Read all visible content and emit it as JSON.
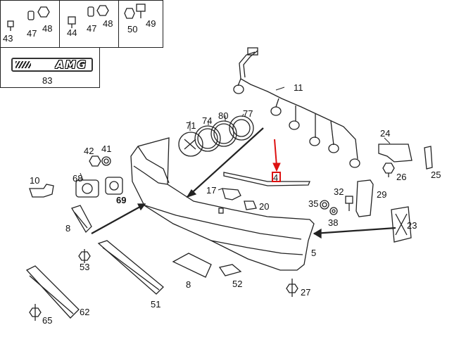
{
  "callouts": {
    "c43": "43",
    "c47a": "47",
    "c48a": "48",
    "c44": "44",
    "c47b": "47",
    "c48b": "48",
    "c50": "50",
    "c49": "49",
    "c83": "83",
    "c11": "11",
    "c71": "71",
    "c74": "74",
    "c80": "80",
    "c77": "77",
    "c24": "24",
    "c25": "25",
    "c26": "26",
    "c42": "42",
    "c41": "41",
    "c68": "68",
    "c69": "69",
    "c10": "10",
    "c8a": "8",
    "c53": "53",
    "c17": "17",
    "c20": "20",
    "c4": "4",
    "c32": "32",
    "c29": "29",
    "c35": "35",
    "c38": "38",
    "c23": "23",
    "c5": "5",
    "c8b": "8",
    "c52": "52",
    "c51": "51",
    "c27": "27",
    "c62": "62",
    "c65": "65"
  },
  "amg_badge_text": "AMG",
  "colors": {
    "line": "#222222",
    "highlight": "#dd1111"
  }
}
